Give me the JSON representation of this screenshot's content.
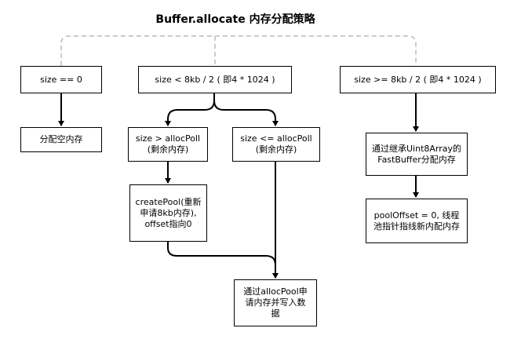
{
  "title": "Buffer.allocate 内存分配策略",
  "nodes": {
    "size_zero": "size == 0",
    "alloc_empty": "分配空内存",
    "size_small": "size < 8kb / 2 ( 即4 * 1024 )",
    "size_large": "size >= 8kb / 2 ( 即4 * 1024 )",
    "gt_pool": "size > allocPoll\n(剩余内存)",
    "le_pool": "size <= allocPoll\n(剩余内存)",
    "create_pool": "createPool(重新\n申请8kb内存),\noffset指向0",
    "write_data": "通过allocPool申\n请内存并写入数\n据",
    "fast_buffer": "通过继承Uint8Array的\nFastBuffer分配内存",
    "pool_offset": "poolOffset = 0, 线程\n池指针指线新内配内存"
  },
  "colors": {
    "line": "#000000",
    "dashed": "#bbbbbb",
    "box_border": "#000000"
  }
}
